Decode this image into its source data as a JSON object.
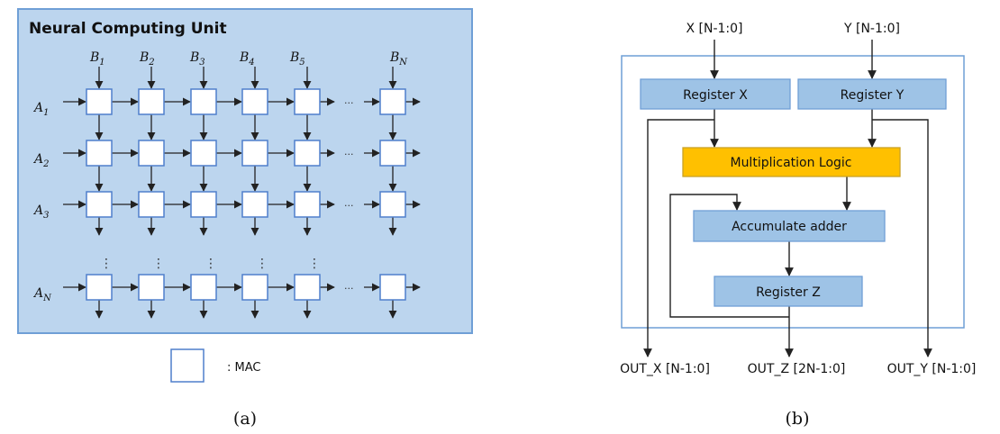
{
  "panel_a": {
    "title": "Neural Computing Unit",
    "column_labels": [
      {
        "base": "B",
        "sub": "1"
      },
      {
        "base": "B",
        "sub": "2"
      },
      {
        "base": "B",
        "sub": "3"
      },
      {
        "base": "B",
        "sub": "4"
      },
      {
        "base": "B",
        "sub": "5"
      },
      {
        "base": "B",
        "sub": "N"
      }
    ],
    "row_labels": [
      {
        "base": "A",
        "sub": "1"
      },
      {
        "base": "A",
        "sub": "2"
      },
      {
        "base": "A",
        "sub": "3"
      },
      {
        "base": "A",
        "sub": "N"
      }
    ],
    "ellipsis": "···",
    "vertical_ellipsis": "⋮",
    "legend_text": ": MAC",
    "caption": "(a)"
  },
  "panel_b": {
    "input_x": "X [N-1:0]",
    "input_y": "Y [N-1:0]",
    "register_x": "Register X",
    "register_y": "Register Y",
    "multiplication_logic": "Multiplication Logic",
    "accumulate_adder": "Accumulate adder",
    "register_z": "Register Z",
    "out_x": "OUT_X [N-1:0]",
    "out_z": "OUT_Z [2N-1:0]",
    "out_y": "OUT_Y [N-1:0]",
    "caption": "(b)"
  },
  "colors": {
    "unit_fill": "#bcd5ee",
    "unit_border": "#6f9fd6",
    "block_fill": "#9ec3e6",
    "block_border": "#6f9fd6",
    "mult_fill": "#ffc000",
    "mult_border": "#c9a227",
    "cell_border": "#4f7fcc",
    "line": "#222222"
  }
}
